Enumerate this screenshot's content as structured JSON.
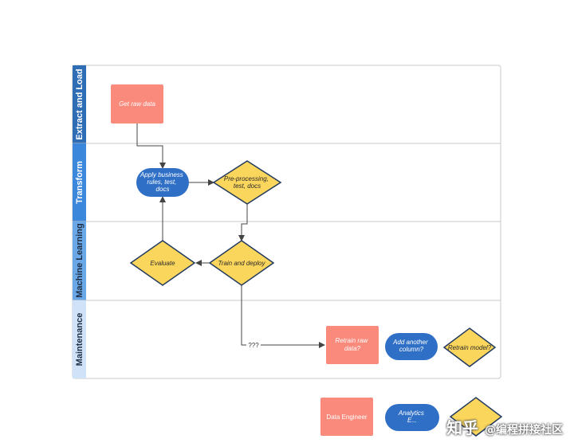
{
  "lanes": [
    {
      "key": "extract",
      "label": "Extract and Load",
      "color": "#2f6db5"
    },
    {
      "key": "transform",
      "label": "Transform",
      "color": "#3b87dc"
    },
    {
      "key": "ml",
      "label": "Machine Learning",
      "color": "#6aa7e6"
    },
    {
      "key": "maintenance",
      "label": "Maintenance",
      "color": "#cfe2f7"
    }
  ],
  "nodes": {
    "get_raw_data": {
      "lines": [
        "Get raw data"
      ],
      "shape": "rect",
      "fill": "#f98a7c"
    },
    "apply_rules": {
      "lines": [
        "Apply business",
        "rules, test,",
        "docs"
      ],
      "shape": "pill",
      "fill": "#2f6fc6"
    },
    "preprocessing": {
      "lines": [
        "Pre-processing,",
        "test, docs"
      ],
      "shape": "diamond",
      "fill": "#fbd65c"
    },
    "evaluate": {
      "lines": [
        "Evaluate"
      ],
      "shape": "diamond",
      "fill": "#fbd65c"
    },
    "train_deploy": {
      "lines": [
        "Train and deploy"
      ],
      "shape": "diamond",
      "fill": "#fbd65c"
    },
    "retrain_raw": {
      "lines": [
        "Retrain raw",
        "data?"
      ],
      "shape": "rect",
      "fill": "#f98a7c"
    },
    "add_column": {
      "lines": [
        "Add another",
        "column?"
      ],
      "shape": "pill",
      "fill": "#2f6fc6"
    },
    "retrain_model": {
      "lines": [
        "Retrain model?"
      ],
      "shape": "diamond",
      "fill": "#fbd65c"
    }
  },
  "edge_label_unknown": "???",
  "legend": {
    "data_engineer": {
      "lines": [
        "Data Engineer"
      ],
      "fill": "#f98a7c"
    },
    "analytics": {
      "lines": [
        "Analytics",
        "E..."
      ],
      "fill": "#2f6fc6"
    },
    "scientist": {
      "lines": [
        ""
      ],
      "fill": "#fbd65c"
    }
  },
  "watermark": {
    "brand": "知乎",
    "handle": "@编程拼接社区"
  },
  "colors": {
    "outline": "#c9c9c9",
    "diamond_border": "#223a5e",
    "arrow": "#444444"
  }
}
